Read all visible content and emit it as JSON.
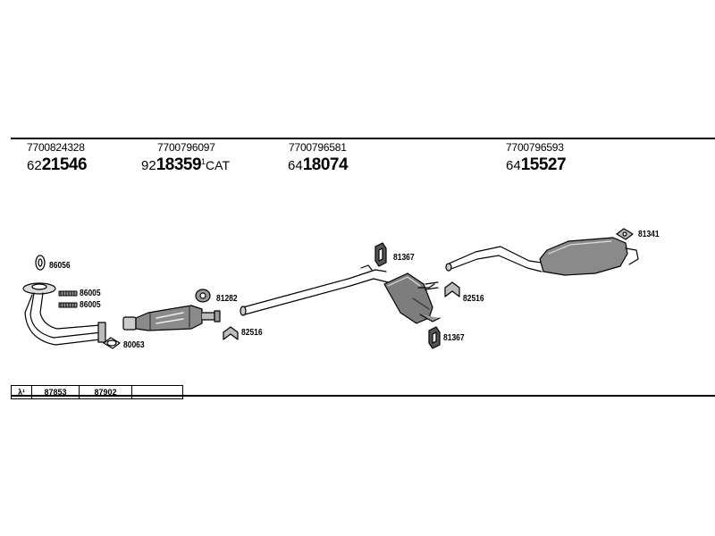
{
  "header_parts": [
    {
      "part_no": "7700824328",
      "prefix": "62",
      "code": "21546",
      "sup": "",
      "suffix": ""
    },
    {
      "part_no": "7700796097",
      "prefix": "92",
      "code": "18359",
      "sup": "1",
      "suffix": "CAT"
    },
    {
      "part_no": "7700796581",
      "prefix": "64",
      "code": "18074",
      "sup": "",
      "suffix": ""
    },
    {
      "part_no": "7700796593",
      "prefix": "64",
      "code": "15527",
      "sup": "",
      "suffix": ""
    }
  ],
  "labels": {
    "l86056": "86056",
    "l86005a": "86005",
    "l86005b": "86005",
    "l80063": "80063",
    "l81282": "81282",
    "l82516a": "82516",
    "l81367a": "81367",
    "l82516b": "82516",
    "l81367b": "81367",
    "l81341": "81341"
  },
  "footer_table": {
    "lambda": "λ¹",
    "cells": [
      "87853",
      "87902",
      ""
    ]
  }
}
